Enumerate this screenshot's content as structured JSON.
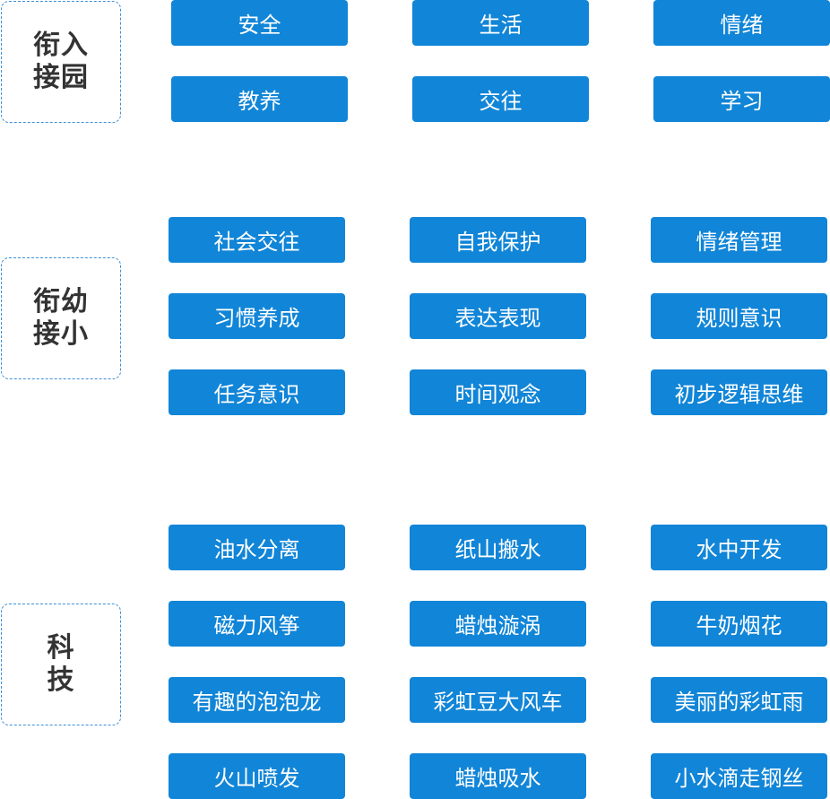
{
  "sections": [
    {
      "label": "衔入接园",
      "items": [
        "安全",
        "生活",
        "情绪",
        "教养",
        "交往",
        "学习"
      ]
    },
    {
      "label": "衔幼接小",
      "items": [
        "社会交往",
        "自我保护",
        "情绪管理",
        "习惯养成",
        "表达表现",
        "规则意识",
        "任务意识",
        "时间观念",
        "初步逻辑思维"
      ]
    },
    {
      "label": "科技",
      "items": [
        "油水分离",
        "纸山搬水",
        "水中开发",
        "磁力风筝",
        "蜡烛漩涡",
        "牛奶烟花",
        "有趣的泡泡龙",
        "彩虹豆大风车",
        "美丽的彩虹雨",
        "火山喷发",
        "蜡烛吸水",
        "小水滴走钢丝"
      ]
    }
  ],
  "colors": {
    "tag_background": "#1185d7",
    "tag_text": "#ffffff",
    "label_border": "#3e8fd6",
    "label_text": "#333333"
  }
}
